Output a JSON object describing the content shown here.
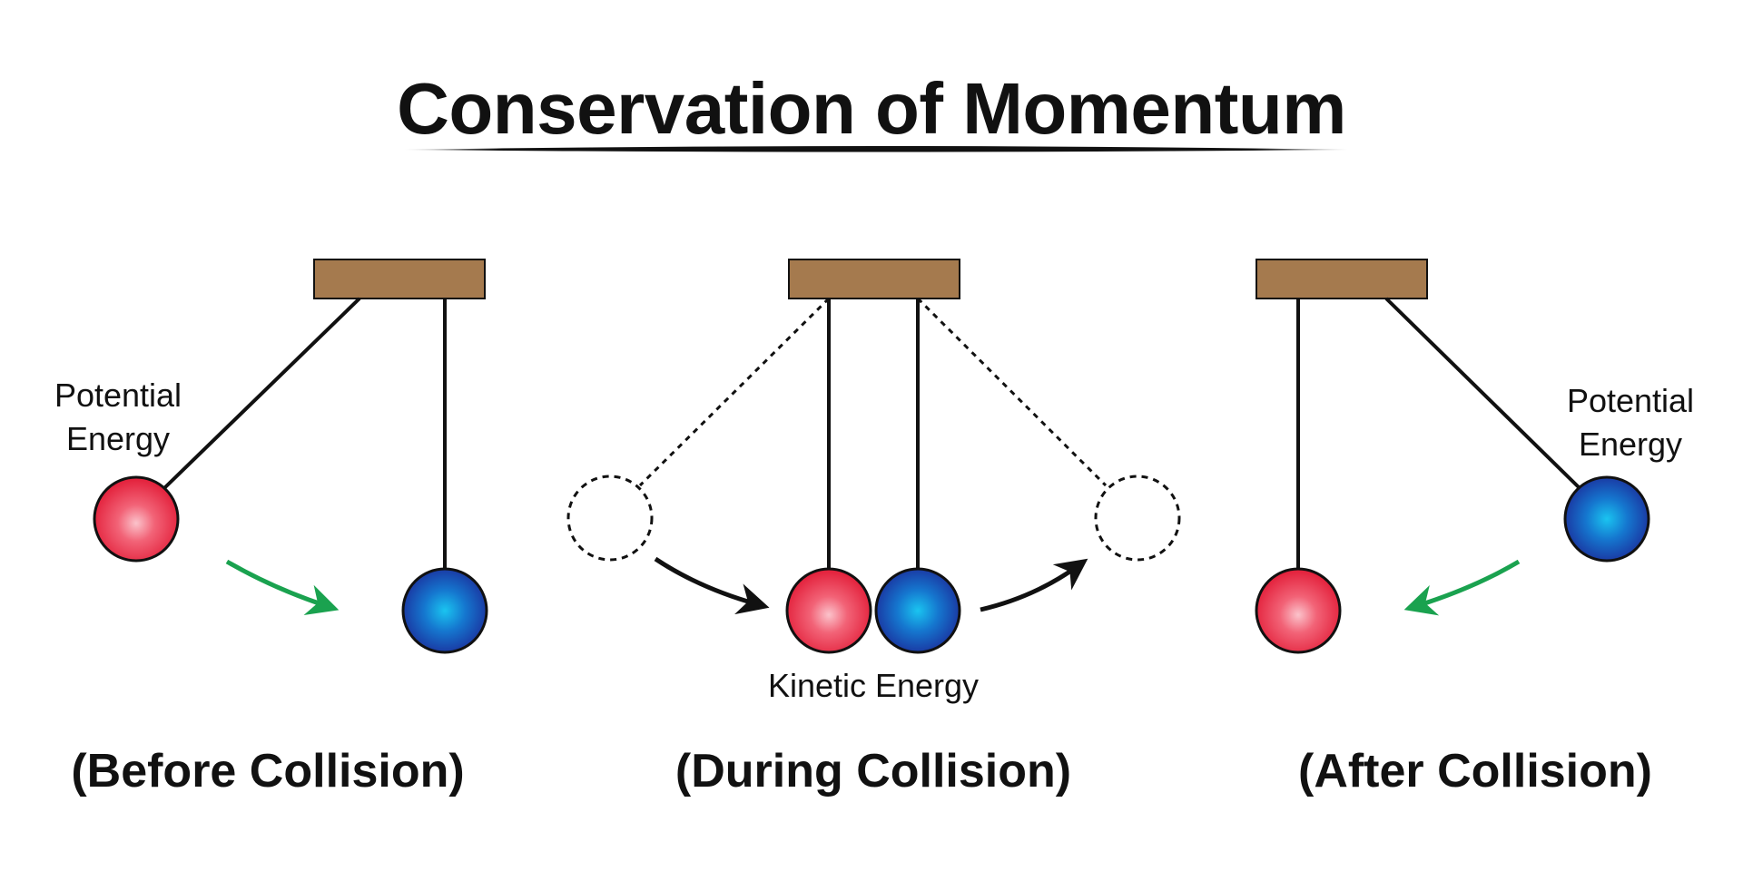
{
  "title": "Conservation of Momentum",
  "panels": [
    {
      "name": "before",
      "caption": "(Before Collision)",
      "label_line1": "Potential",
      "label_line2": "Energy"
    },
    {
      "name": "during",
      "caption": "(During Collision)",
      "label": "Kinetic Energy"
    },
    {
      "name": "after",
      "caption": "(After Collision)",
      "label_line1": "Potential",
      "label_line2": "Energy"
    }
  ],
  "colors": {
    "support": "#a57a4e",
    "red_ball": "#e8334a",
    "blue_ball": "#1a3fa8",
    "green_arrow": "#1aa24f",
    "line": "#111111"
  },
  "icons": [
    "pendulum-support",
    "red-ball",
    "blue-ball",
    "motion-arrow",
    "ghost-ball"
  ]
}
